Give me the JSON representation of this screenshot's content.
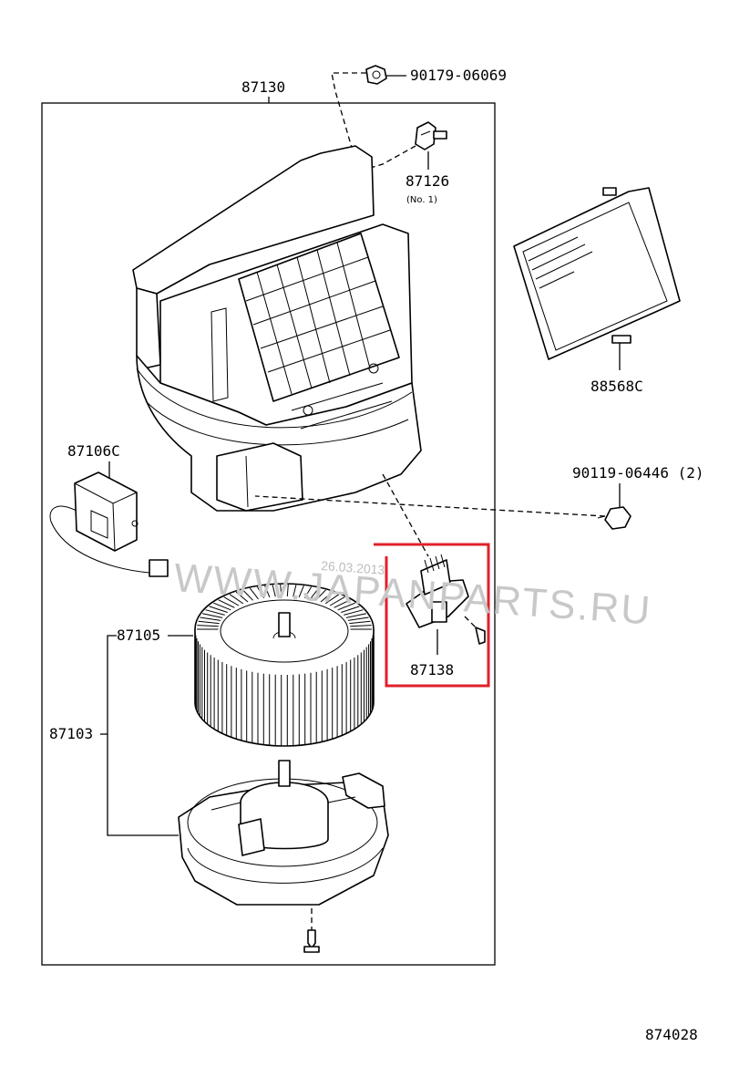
{
  "diagram": {
    "labels": {
      "housing": "87130",
      "nut": "90179-06069",
      "clip": "87126",
      "clip_note": "(No. 1)",
      "filter": "88568C",
      "screw": "90119-06446 (2)",
      "servo": "87106C",
      "fan": "87105",
      "motor_assy": "87103",
      "resistor": "87138",
      "figure_number": "874028"
    },
    "watermark": {
      "text": "WWW.JAPANPARTS.RU",
      "date": "26.03.2013"
    },
    "colors": {
      "line": "#000000",
      "highlight": "#e0202a",
      "watermark": "#c8c8c8"
    }
  }
}
